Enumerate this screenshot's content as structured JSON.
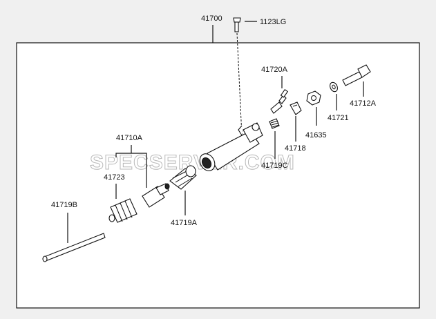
{
  "watermark": "SPECSERVER.COM",
  "labels": {
    "assembly": "41700",
    "bolt_top": "1123LG",
    "bleeder": "41720A",
    "banjo_bolt": "41712A",
    "gasket": "41721",
    "nut": "41635",
    "clip": "41718",
    "spring": "41719C",
    "kit": "41710A",
    "piston": "41723",
    "boot": "41719A",
    "push_rod": "41719B"
  }
}
